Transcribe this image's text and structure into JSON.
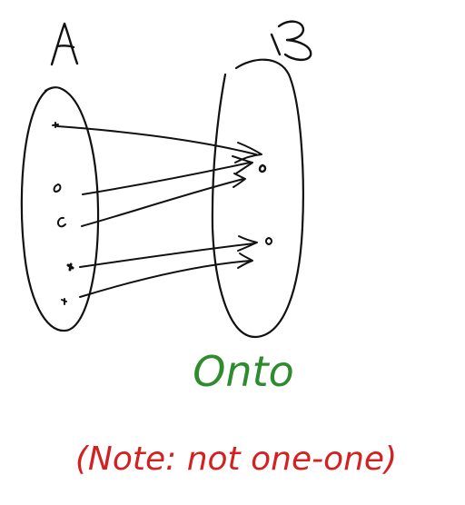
{
  "diagram": {
    "set_a_label": "A",
    "set_b_label": "B",
    "title": "Onto",
    "note": "(Note: not one-one)"
  },
  "colors": {
    "ink": "#111111",
    "title": "#2e8b2e",
    "note": "#d42020",
    "background": "#ffffff"
  }
}
